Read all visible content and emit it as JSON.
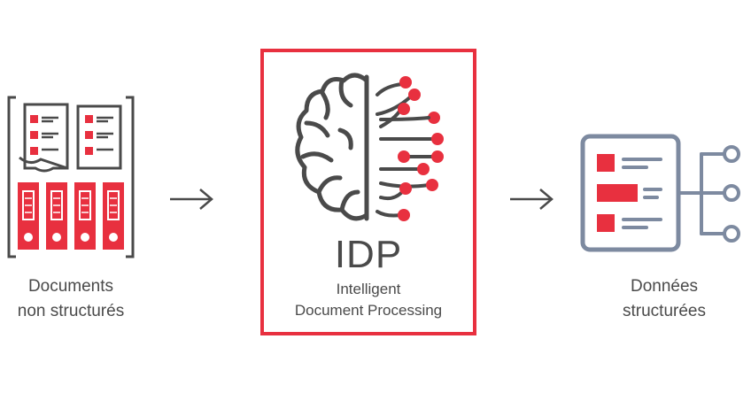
{
  "colors": {
    "accent": "#e8303f",
    "dark": "#4a4a4a",
    "slate": "#7d8aa0"
  },
  "stages": [
    {
      "line1": "Documents",
      "line2": "non structurés",
      "icon": "folders-documents-icon"
    },
    {
      "title": "IDP",
      "line1": "Intelligent",
      "line2": "Document Processing",
      "icon": "brain-network-icon"
    },
    {
      "line1": "Données",
      "line2": "structurées",
      "icon": "structured-data-icon"
    }
  ],
  "arrows": [
    "right-arrow-icon",
    "right-arrow-icon"
  ]
}
